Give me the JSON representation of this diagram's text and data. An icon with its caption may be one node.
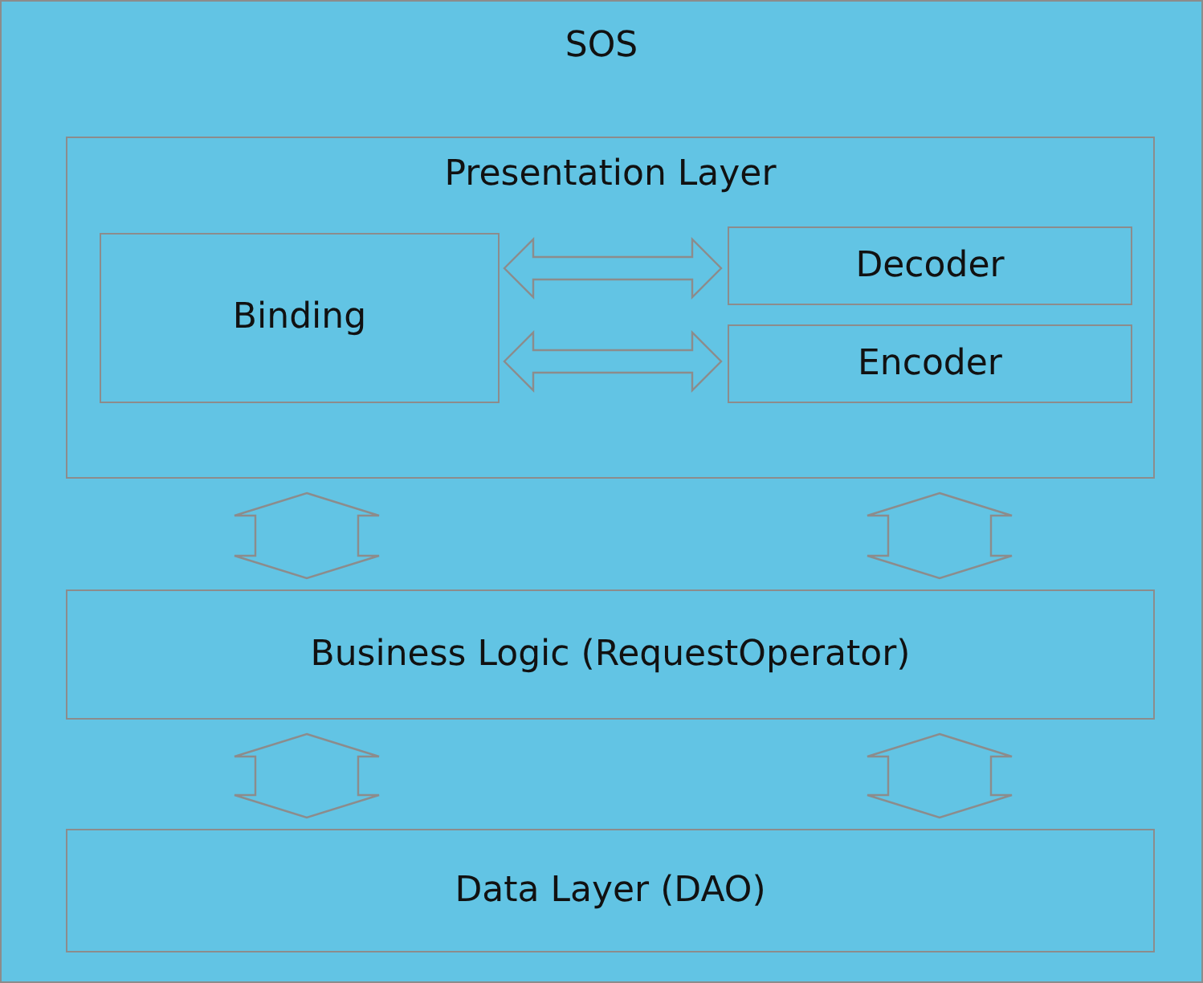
{
  "diagram": {
    "nodes": [
      {
        "text": [
          "SOS"
        ]
      },
      {
        "text": [
          "Presentation Layer"
        ],
        "in": 0
      },
      {
        "text": [
          "Binding"
        ],
        "in": 1
      },
      {
        "text": [
          "Decoder"
        ],
        "in": 1
      },
      {
        "text": [
          "Encoder"
        ],
        "in": 1
      },
      {
        "text": [
          "Business Logic (RequestOperator)"
        ],
        "in": 0
      },
      {
        "text": [
          "Data Layer (DAO)"
        ],
        "in": 0
      }
    ],
    "edges": [
      {
        "from": 2,
        "to": 3,
        "arrow": "both"
      },
      {
        "from": 2,
        "to": 4,
        "arrow": "both"
      },
      {
        "from": 1,
        "to": 5,
        "arrow": "both"
      },
      {
        "from": 1,
        "to": 5,
        "arrow": "both"
      },
      {
        "from": 5,
        "to": 6,
        "arrow": "both"
      },
      {
        "from": 5,
        "to": 6,
        "arrow": "both"
      }
    ]
  }
}
